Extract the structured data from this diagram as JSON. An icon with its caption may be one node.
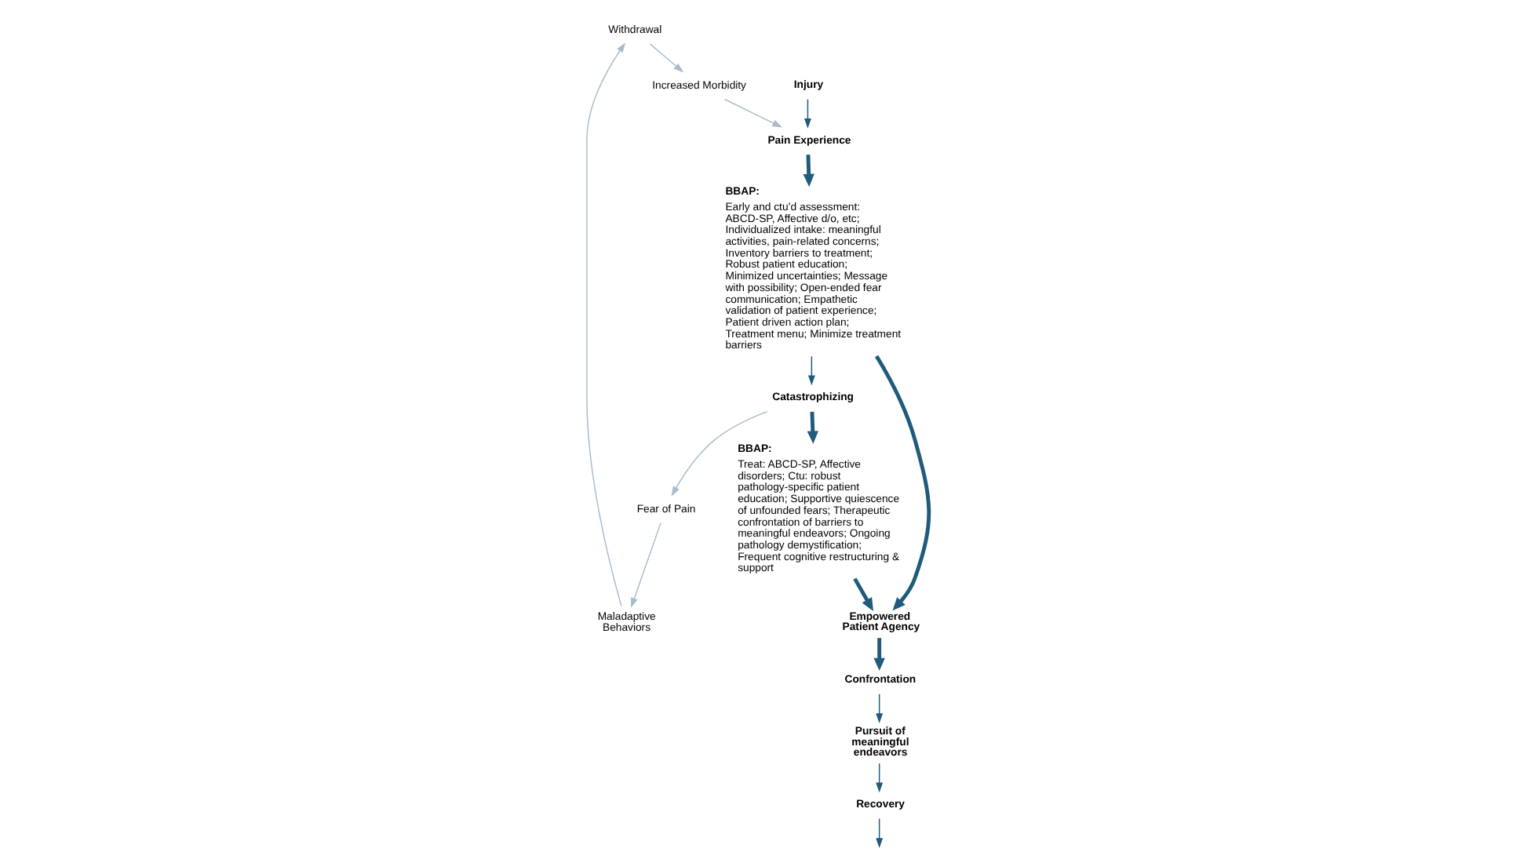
{
  "diagram": {
    "nodes": [
      {
        "text": [
          "Withdrawal"
        ]
      },
      {
        "text": [
          "Maladaptive Behaviors"
        ]
      },
      {
        "text": [
          "Increased Morbidity"
        ]
      },
      {
        "text": [
          "Fear of Pain"
        ]
      },
      {
        "text": [
          "Injury"
        ]
      },
      {
        "text": [
          "Pain Experience"
        ]
      },
      {
        "text": [
          "Catastrophizing"
        ]
      },
      {
        "text": [
          "BBAP:",
          "Early and ctu’d assessment: ABCD-SP, Affective d/o, etc; Individualized intake: meaningful activities, pain-related concerns; Inventory barriers to treatment; Robust patient education; Minimized uncertainties; Message with possibility; Open-ended fear communication; Empathetic validation of patient experience; Patient driven action plan; Treatment menu; Minimize treatment barriers"
        ]
      },
      {
        "text": [
          "BBAP:",
          "Treat: ABCD-SP, Affective disorders; Ctu: robust pathology-specific patient education; Supportive quiescence of unfounded fears; Therapeutic confrontation of barriers to meaningful endeavors; Ongoing pathology demystification; Frequent cognitive restructuring & support"
        ]
      },
      {
        "text": [
          "Confrontation"
        ]
      },
      {
        "text": [
          "Empowered Patient Agency"
        ]
      },
      {
        "text": [
          "Pursuit of meaningful endeavors"
        ]
      },
      {
        "text": [
          "Recovery"
        ]
      }
    ],
    "edges": [
      {
        "from": 1,
        "to": 0,
        "arrow": "to",
        "color": "#a9bccb"
      },
      {
        "from": 0,
        "to": 2,
        "arrow": "to",
        "color": "#a9bccb"
      },
      {
        "from": 2,
        "to": 5,
        "arrow": "to",
        "color": "#a9bccb"
      },
      {
        "from": 6,
        "to": 3,
        "arrow": "to",
        "color": "#a9bccb"
      },
      {
        "from": 3,
        "to": 1,
        "arrow": "to",
        "color": "#a9bccb"
      },
      {
        "from": 4,
        "to": 5,
        "arrow": "to"
      },
      {
        "from": 5,
        "to": 7,
        "arrow": "to",
        "style": "thick"
      },
      {
        "from": 7,
        "to": 6,
        "arrow": "to"
      },
      {
        "from": 6,
        "to": 8,
        "arrow": "to",
        "style": "thick"
      },
      {
        "from": 7,
        "to": 10,
        "arrow": "to",
        "style": "thick"
      },
      {
        "from": 8,
        "to": 10,
        "arrow": "to",
        "style": "thick"
      },
      {
        "from": 10,
        "to": 9,
        "arrow": "to",
        "style": "thick"
      },
      {
        "from": 9,
        "to": 11,
        "arrow": "to"
      },
      {
        "from": 11,
        "to": 12,
        "arrow": "to"
      },
      {
        "from": 12,
        "to": null,
        "arrow": "to"
      }
    ]
  }
}
